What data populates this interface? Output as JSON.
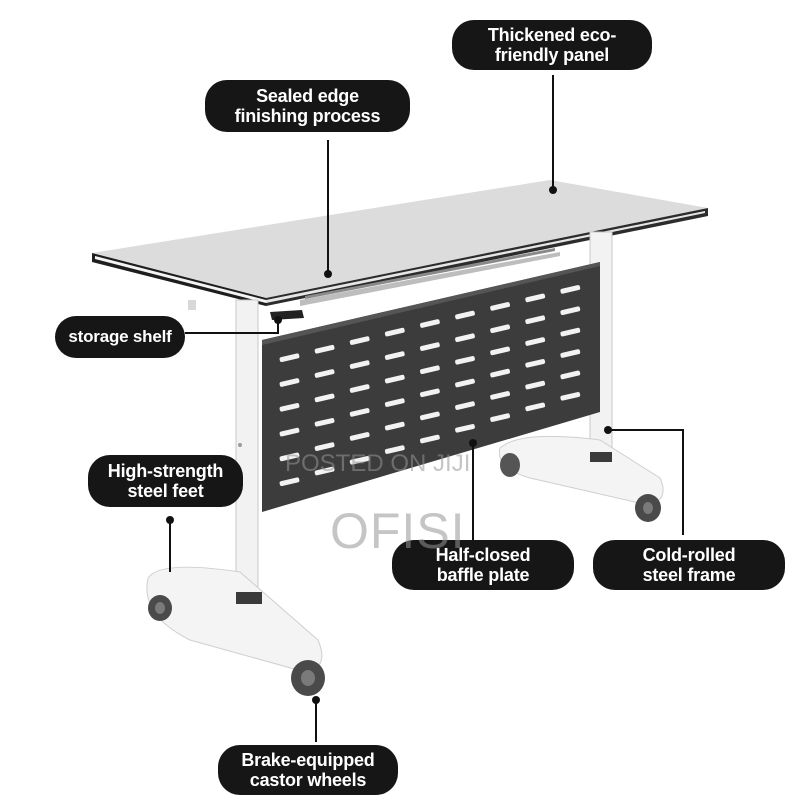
{
  "callouts": {
    "thickened_panel": {
      "line1": "Thickened eco-",
      "line2": "friendly panel"
    },
    "sealed_edge": {
      "line1": "Sealed edge",
      "line2": "finishing process"
    },
    "storage_shelf": {
      "line1": "storage shelf"
    },
    "steel_feet": {
      "line1": "High-strength",
      "line2": "steel feet"
    },
    "baffle_plate": {
      "line1": "Half-closed",
      "line2": "baffle plate"
    },
    "steel_frame": {
      "line1": "Cold-rolled",
      "line2": "steel frame"
    },
    "castor_wheels": {
      "line1": "Brake-equipped",
      "line2": "castor wheels"
    }
  },
  "watermark": {
    "posted": "POSTED ON JIJI",
    "brand": "OFISI"
  },
  "colors": {
    "callout_bg": "#161616",
    "callout_text": "#ffffff",
    "tabletop": "#dcdcdc",
    "frame": "#f2f2f2",
    "baffle": "#3c3c3c",
    "wheel": "#4a4a4a"
  }
}
